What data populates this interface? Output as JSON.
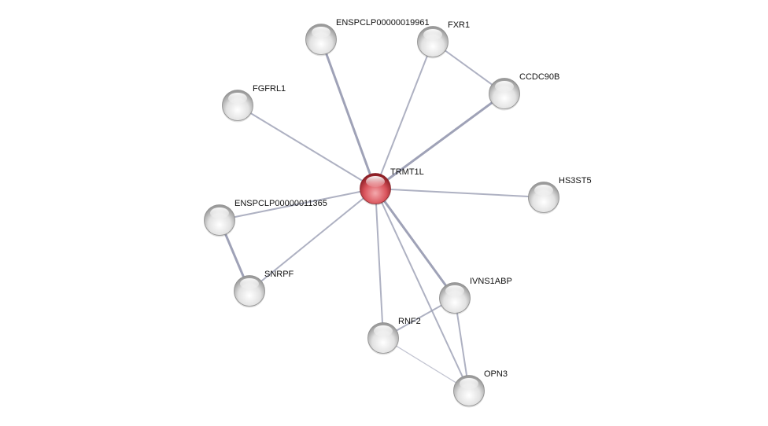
{
  "network": {
    "center": "TRMT1L",
    "colors": {
      "query_node": "#d9545c",
      "other_node": "#d8d8d8",
      "edge": "#9a9db3"
    },
    "nodes": [
      {
        "id": "TRMT1L",
        "label": "TRMT1L",
        "query": true
      },
      {
        "id": "ENSPCLP00000019961",
        "label": "ENSPCLP00000019961"
      },
      {
        "id": "FXR1",
        "label": "FXR1"
      },
      {
        "id": "CCDC90B",
        "label": "CCDC90B"
      },
      {
        "id": "FGFRL1",
        "label": "FGFRL1"
      },
      {
        "id": "HS3ST5",
        "label": "HS3ST5"
      },
      {
        "id": "ENSPCLP00000011365",
        "label": "ENSPCLP00000011365"
      },
      {
        "id": "SNRPF",
        "label": "SNRPF"
      },
      {
        "id": "IVNS1ABP",
        "label": "IVNS1ABP"
      },
      {
        "id": "RNF2",
        "label": "RNF2"
      },
      {
        "id": "OPN3",
        "label": "OPN3"
      }
    ],
    "edges": [
      {
        "a": "TRMT1L",
        "b": "ENSPCLP00000019961",
        "strength": "high"
      },
      {
        "a": "TRMT1L",
        "b": "FXR1",
        "strength": "medium"
      },
      {
        "a": "TRMT1L",
        "b": "CCDC90B",
        "strength": "high"
      },
      {
        "a": "TRMT1L",
        "b": "FGFRL1",
        "strength": "medium"
      },
      {
        "a": "TRMT1L",
        "b": "HS3ST5",
        "strength": "medium"
      },
      {
        "a": "TRMT1L",
        "b": "ENSPCLP00000011365",
        "strength": "medium"
      },
      {
        "a": "TRMT1L",
        "b": "SNRPF",
        "strength": "medium"
      },
      {
        "a": "TRMT1L",
        "b": "IVNS1ABP",
        "strength": "high"
      },
      {
        "a": "TRMT1L",
        "b": "RNF2",
        "strength": "medium"
      },
      {
        "a": "TRMT1L",
        "b": "OPN3",
        "strength": "medium"
      },
      {
        "a": "FXR1",
        "b": "CCDC90B",
        "strength": "medium"
      },
      {
        "a": "ENSPCLP00000011365",
        "b": "SNRPF",
        "strength": "high"
      },
      {
        "a": "IVNS1ABP",
        "b": "RNF2",
        "strength": "medium"
      },
      {
        "a": "IVNS1ABP",
        "b": "OPN3",
        "strength": "medium"
      },
      {
        "a": "RNF2",
        "b": "OPN3",
        "strength": "low"
      }
    ]
  }
}
